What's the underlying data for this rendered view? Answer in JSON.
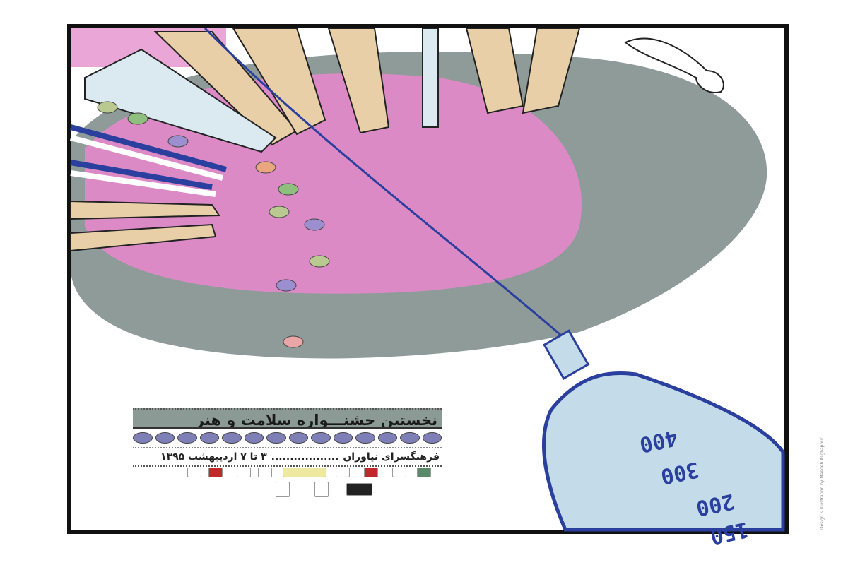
{
  "poster": {
    "title": "نخستین جشنـــواره سلامت و هنر",
    "venue": "فرهنگسرای نیاوران",
    "dates": "۳ تا ۷ اردیبهشت ۱۳۹۵",
    "credit": "Design & Illustration by Maedeh Asghapour",
    "syringe_marks": [
      "400",
      "300",
      "200",
      "150"
    ]
  },
  "colors": {
    "pink": "#dc8ac6",
    "gray": "#8e9b99",
    "skin": "#e8cfa8",
    "blue": "#2a3f9e",
    "syringe": "#c4dcea"
  }
}
